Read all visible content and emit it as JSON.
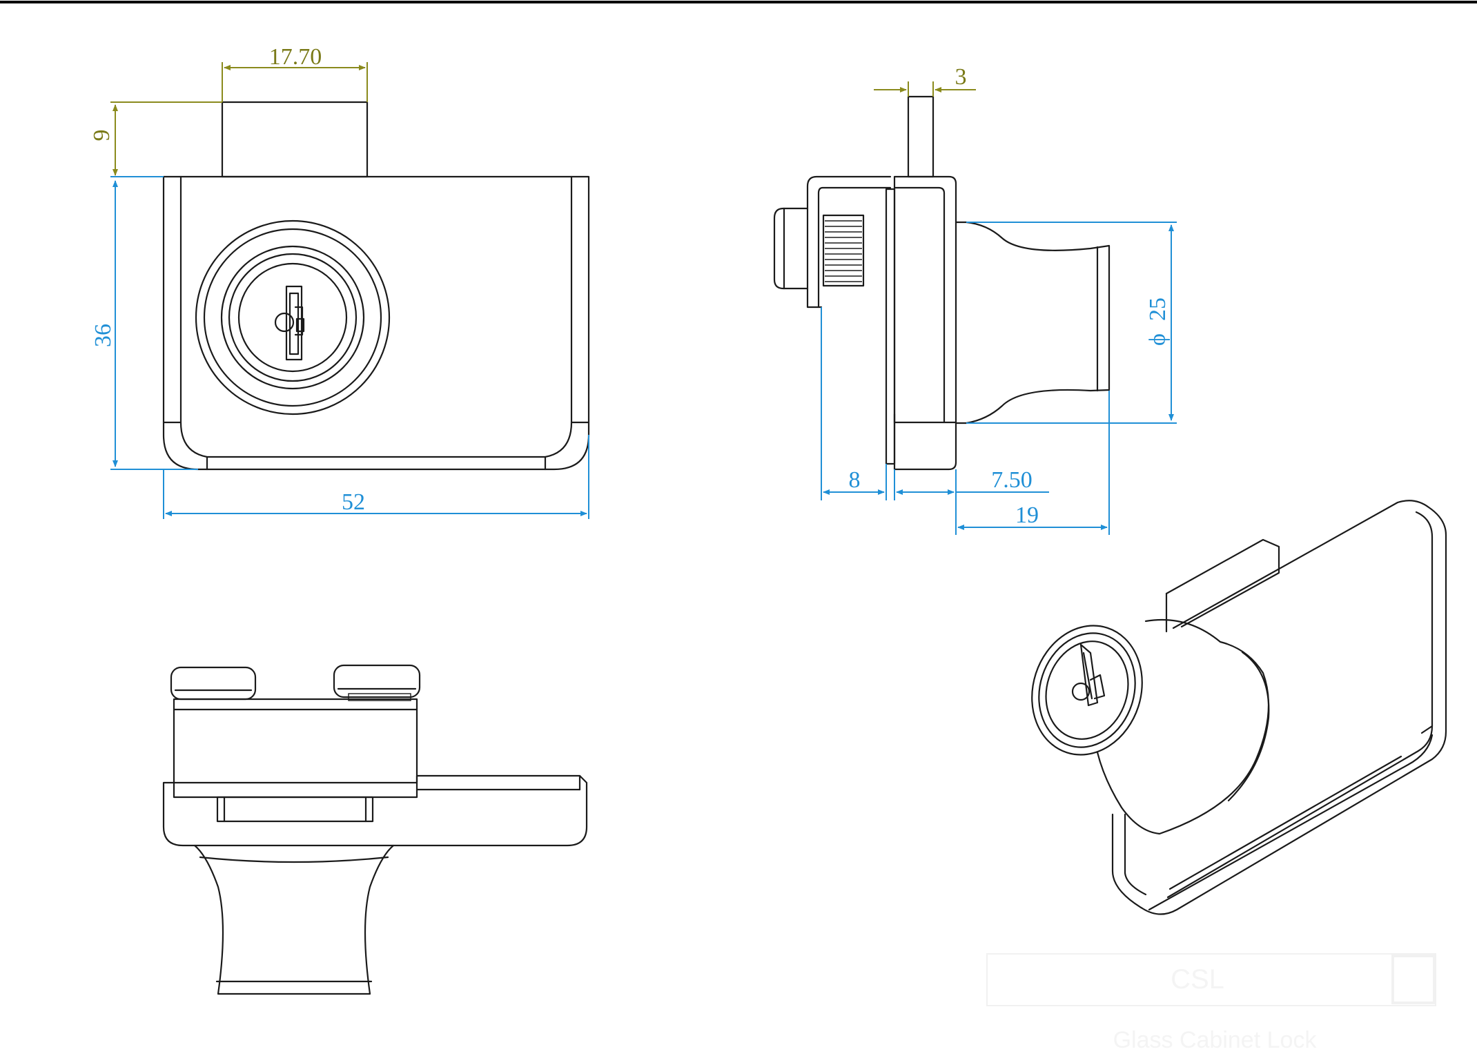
{
  "dimensions": {
    "top_width": "17.70",
    "top_height": "9",
    "body_height": "36",
    "body_width": "52",
    "pin_width": "3",
    "diameter_symbol": "ϕ",
    "diameter": "25",
    "gap_left": "8",
    "gap_mid": "7.50",
    "knob_depth": "19"
  },
  "colors": {
    "outline": "#1a1a1a",
    "dimension_blue": "#1f8fd6",
    "dimension_olive": "#8a8a1c",
    "background": "#ffffff"
  },
  "watermark": {
    "badge": "CSL",
    "caption": "Glass Cabinet Lock"
  }
}
